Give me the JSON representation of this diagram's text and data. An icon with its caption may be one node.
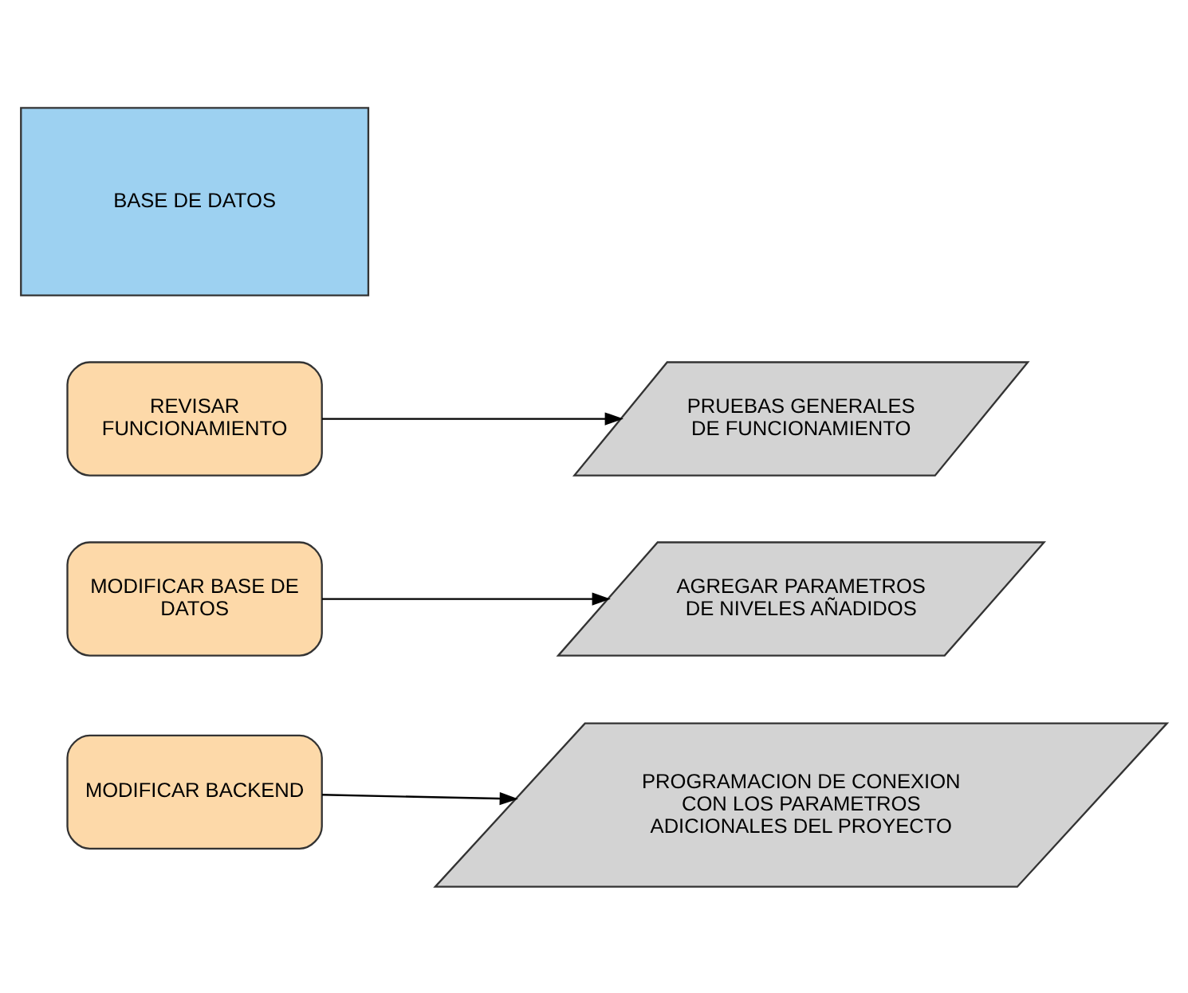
{
  "diagram": {
    "nodes": [
      {
        "text": [
          "BASE DE DATOS"
        ]
      },
      {
        "text": [
          "REVISAR FUNCIONAMIENTO"
        ]
      },
      {
        "text": [
          "PRUEBAS GENERALES DE FUNCIONAMIENTO"
        ]
      },
      {
        "text": [
          "MODIFICAR BASE DE DATOS"
        ]
      },
      {
        "text": [
          "AGREGAR PARAMETROS DE NIVELES AÑADIDOS"
        ]
      },
      {
        "text": [
          "MODIFICAR BACKEND"
        ]
      },
      {
        "text": [
          "PROGRAMACION DE CONEXION CON LOS PARAMETROS ADICIONALES DEL PROYECTO"
        ]
      }
    ],
    "edges": [
      {
        "from": 1,
        "to": 2,
        "arrow": "to"
      },
      {
        "from": 3,
        "to": 4,
        "arrow": "to"
      },
      {
        "from": 5,
        "to": 6,
        "arrow": "to"
      }
    ]
  }
}
